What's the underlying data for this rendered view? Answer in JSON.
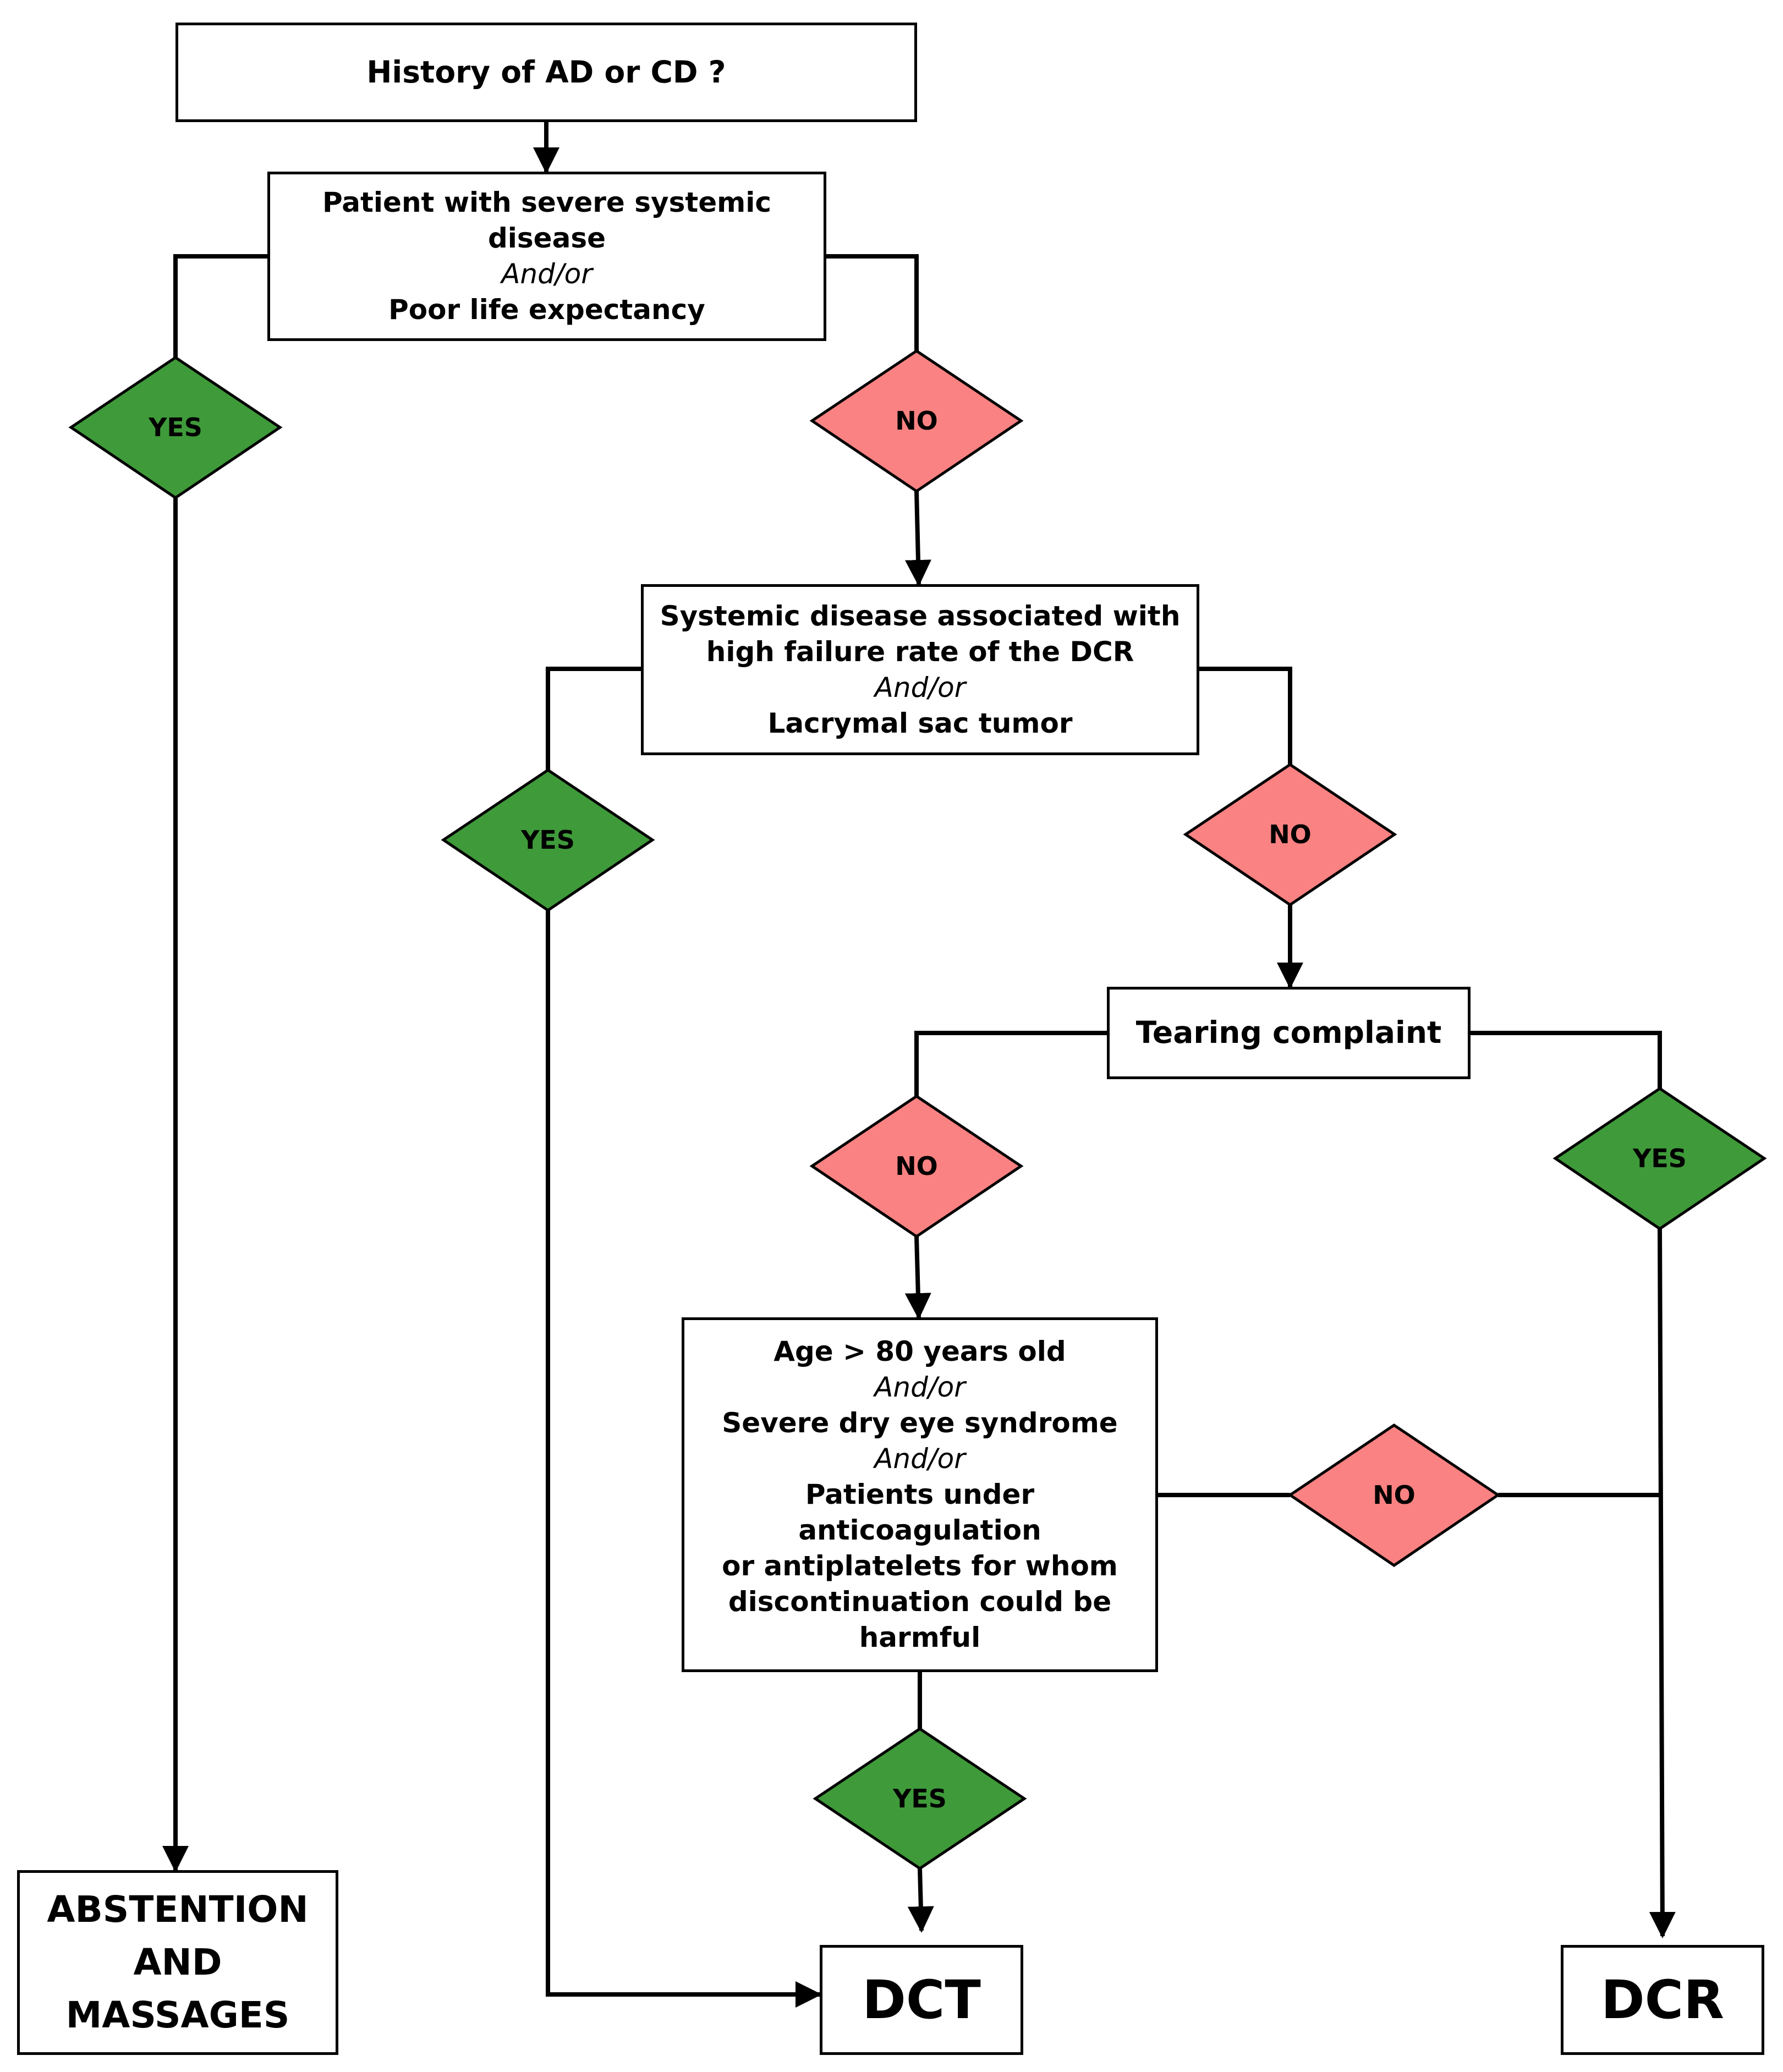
{
  "colors": {
    "yes": "#3f9a3a",
    "no": "#fb8282",
    "line": "#000000"
  },
  "nodes": {
    "history": "History of AD or CD ?",
    "systemic": {
      "line1": "Patient with severe systemic disease",
      "connector": "And/or",
      "line2": "Poor life expectancy"
    },
    "failure": {
      "line1": "Systemic disease associated with",
      "line2": "high failure rate of the DCR",
      "connector": "And/or",
      "line3": "Lacrymal sac tumor"
    },
    "tearing": "Tearing complaint",
    "criteria": {
      "line1": "Age > 80 years old",
      "connector1": "And/or",
      "line2": "Severe dry eye syndrome",
      "connector2": "And/or",
      "line3": "Patients under anticoagulation",
      "line4": "or antiplatelets for whom",
      "line5": "discontinuation could be",
      "line6": "harmful"
    },
    "abstention": {
      "line1": "ABSTENTION",
      "line2": "AND",
      "line3": "MASSAGES"
    },
    "dct": "DCT",
    "dcr": "DCR"
  },
  "decisions": {
    "d1_yes": "YES",
    "d1_no": "NO",
    "d2_yes": "YES",
    "d2_no": "NO",
    "d3_no": "NO",
    "d3_yes": "YES",
    "d4_no": "NO",
    "d4_yes": "YES"
  }
}
